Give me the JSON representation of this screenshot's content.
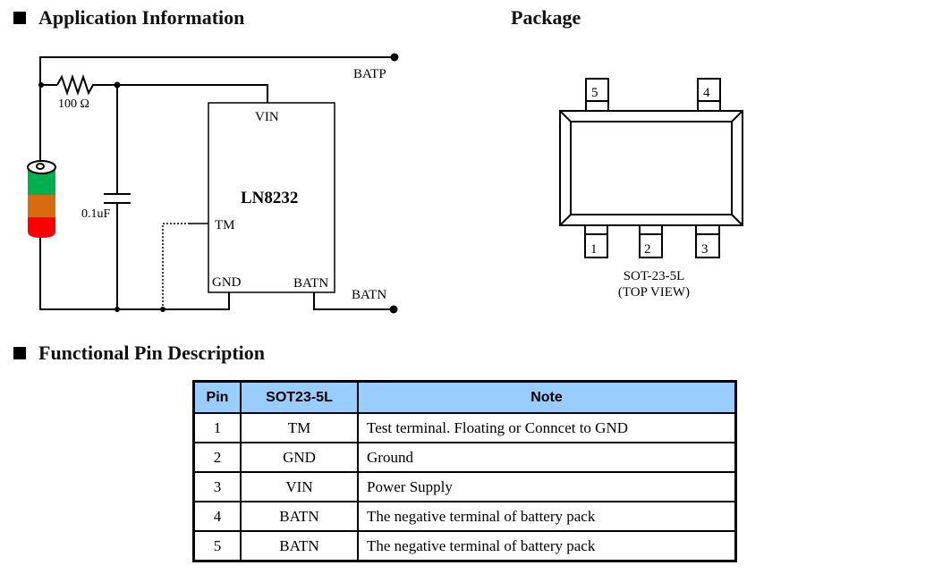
{
  "sections": {
    "application": {
      "title": "Application Information"
    },
    "package": {
      "title": "Package"
    },
    "pin_description": {
      "title": "Functional Pin Description"
    }
  },
  "circuit": {
    "chip_name": "LN8232",
    "pins": {
      "vin": "VIN",
      "tm": "TM",
      "gnd": "GND",
      "batn": "BATN"
    },
    "terminals": {
      "batp": "BATP",
      "batn": "BATN"
    },
    "resistor_label": "100 Ω",
    "capacitor_label": "0.1uF",
    "battery_colors": {
      "top": "#00b050",
      "middle": "#d86b10",
      "bottom": "#ff0000"
    }
  },
  "package_diagram": {
    "top_pins": [
      "5",
      "4"
    ],
    "bottom_pins": [
      "1",
      "2",
      "3"
    ],
    "caption_line1": "SOT-23-5L",
    "caption_line2": "(TOP VIEW)"
  },
  "table": {
    "header_color": "#99ccff",
    "columns": [
      "Pin",
      "SOT23-5L",
      "Note"
    ],
    "rows": [
      {
        "pin": "1",
        "name": "TM",
        "note": "Test terminal. Floating or Conncet to GND"
      },
      {
        "pin": "2",
        "name": "GND",
        "note": "Ground"
      },
      {
        "pin": "3",
        "name": "VIN",
        "note": "Power Supply"
      },
      {
        "pin": "4",
        "name": "BATN",
        "note": "The negative terminal of battery pack"
      },
      {
        "pin": "5",
        "name": "BATN",
        "note": "The negative terminal of battery pack"
      }
    ]
  }
}
